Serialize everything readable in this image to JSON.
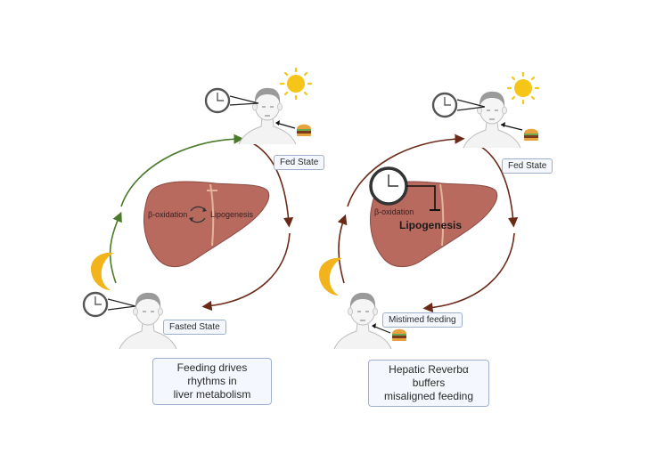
{
  "left_panel": {
    "fed_label": "Fed State",
    "fasted_label": "Fasted State",
    "liver_left_text": "β-oxidation",
    "liver_right_text": "Lipogenesis",
    "caption_line1": "Feeding drives rhythms in",
    "caption_line2": "liver metabolism"
  },
  "right_panel": {
    "fed_label": "Fed State",
    "mistimed_label": "Mistimed feeding",
    "liver_left_text": "β-oxidation",
    "liver_right_text": "Lipogenesis",
    "caption_line1": "Hepatic Reverbα buffers",
    "caption_line2": "misaligned feeding"
  },
  "colors": {
    "fasting_arrow": "#4a7a2a",
    "feeding_arrow": "#6b2a18",
    "liver": "#b86a5e",
    "sun": "#f5c518",
    "moon": "#f2b31b",
    "label_border": "#9fb0cf"
  },
  "icons": [
    "clock-icon",
    "sun-icon",
    "moon-icon",
    "burger-icon",
    "person-icon",
    "liver-icon"
  ]
}
